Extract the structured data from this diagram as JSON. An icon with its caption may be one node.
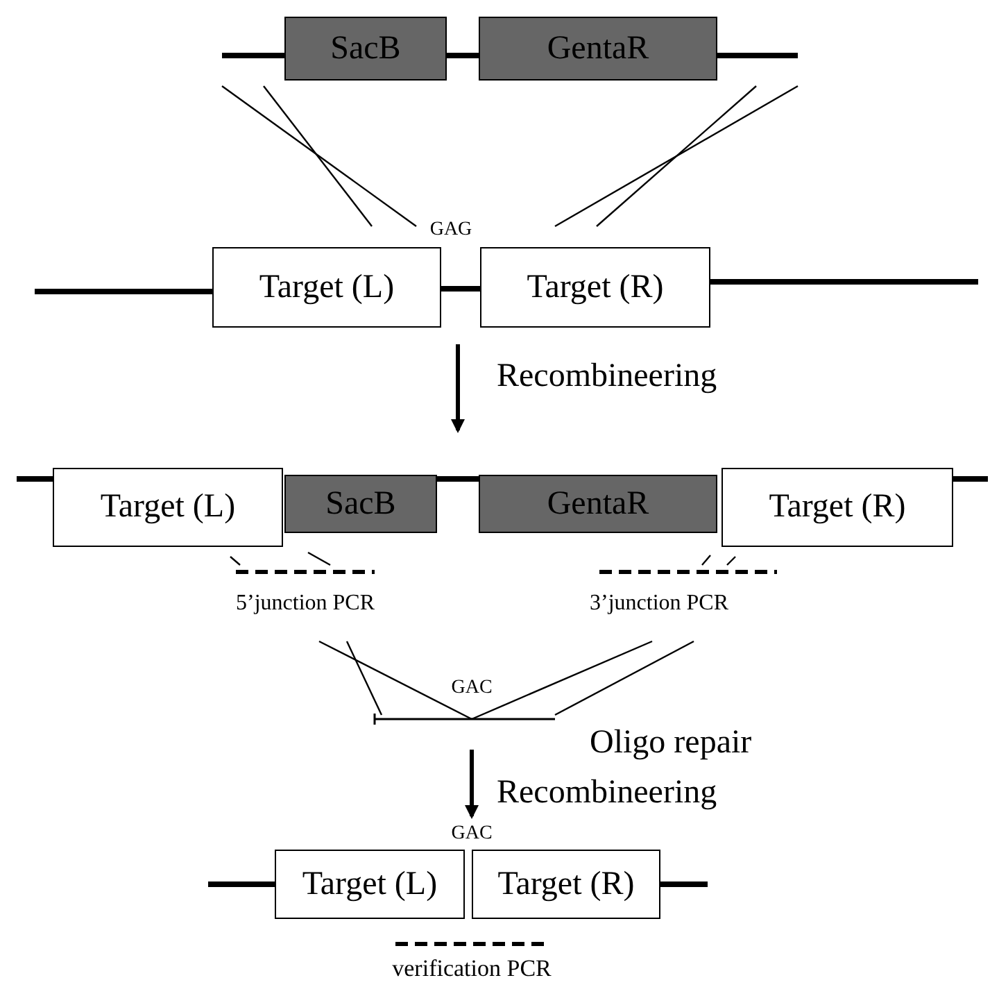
{
  "diagram": {
    "nodes": [
      {
        "text": [
          "SacB"
        ]
      },
      {
        "text": [
          "GentaR"
        ]
      },
      {
        "text": [
          "Target (L)"
        ]
      },
      {
        "text": [
          "Target (R)"
        ]
      },
      {
        "text": [
          "Target (L)"
        ]
      },
      {
        "text": [
          "SacB"
        ]
      },
      {
        "text": [
          "GentaR"
        ]
      },
      {
        "text": [
          "Target (R)"
        ]
      },
      {
        "text": [
          "Target (L)"
        ]
      },
      {
        "text": [
          "Target (R)"
        ]
      }
    ],
    "edges": [
      {
        "from": 0,
        "to": 1,
        "arrow": "none"
      },
      {
        "from": 2,
        "to": 3,
        "arrow": "none"
      },
      {
        "from": 5,
        "to": 6,
        "arrow": "none"
      }
    ],
    "labels": [
      "GAG",
      "Recombineering",
      "5’junction PCR",
      "3’junction PCR",
      "GAC",
      "Oligo repair",
      "Recombineering",
      "GAC",
      "verification PCR"
    ]
  }
}
